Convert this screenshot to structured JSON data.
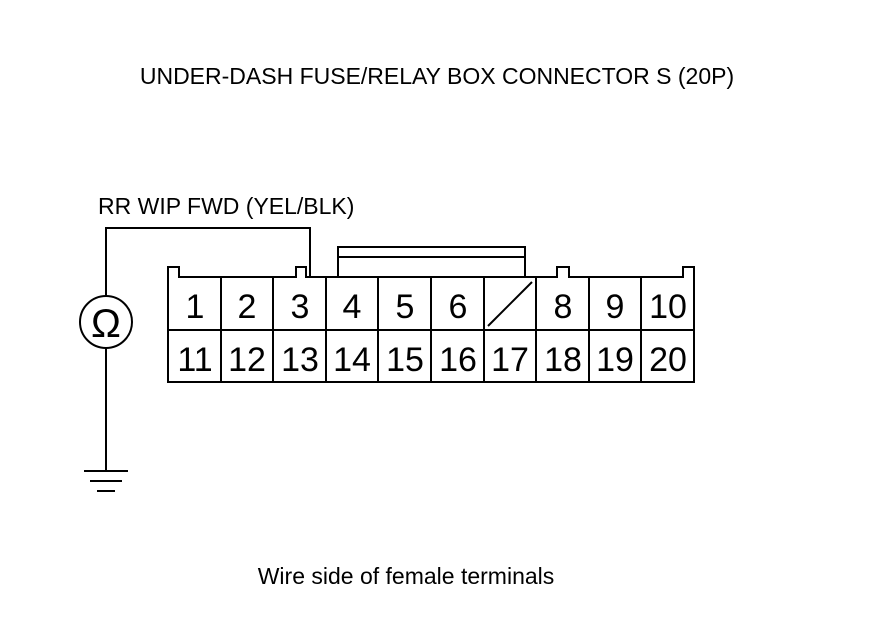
{
  "title": "UNDER-DASH FUSE/RELAY BOX CONNECTOR S (20P)",
  "wire_label": "RR WIP FWD (YEL/BLK)",
  "caption": "Wire side of female terminals",
  "meter_symbol": "Ω",
  "meter_icon": "ohmmeter-icon",
  "ground_icon": "ground-icon",
  "connector": {
    "rows": [
      [
        {
          "label": "1"
        },
        {
          "label": "2"
        },
        {
          "label": "3"
        },
        {
          "label": "4"
        },
        {
          "label": "5"
        },
        {
          "label": "6"
        },
        {
          "label": "",
          "unused": true
        },
        {
          "label": "8"
        },
        {
          "label": "9"
        },
        {
          "label": "10"
        }
      ],
      [
        {
          "label": "11"
        },
        {
          "label": "12"
        },
        {
          "label": "13"
        },
        {
          "label": "14"
        },
        {
          "label": "15"
        },
        {
          "label": "16"
        },
        {
          "label": "17"
        },
        {
          "label": "18"
        },
        {
          "label": "19"
        },
        {
          "label": "20"
        }
      ]
    ],
    "probed_terminal": "3"
  },
  "colors": {
    "line": "#000000",
    "background": "#ffffff"
  }
}
